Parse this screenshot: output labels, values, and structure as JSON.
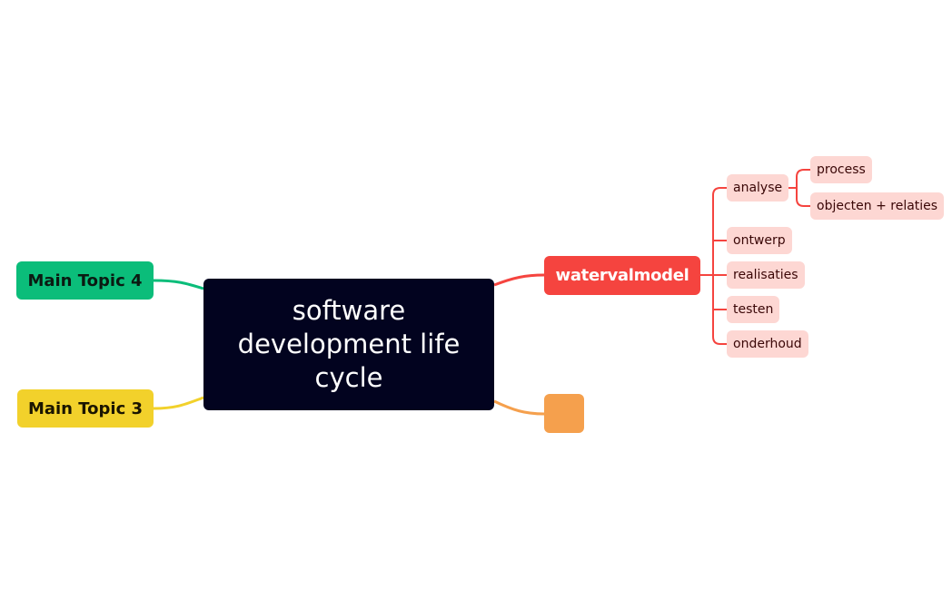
{
  "central_topic": {
    "line1": "software",
    "line2": "development life",
    "line3": "cycle"
  },
  "main_topics": {
    "watervalmodel": "watervalmodel",
    "topic4": "Main Topic 4",
    "topic3": "Main Topic 3",
    "orange_empty": ""
  },
  "subtopics": {
    "analyse": "analyse",
    "process": "process",
    "objecten": "objecten + relaties",
    "ontwerp": "ontwerp",
    "realisaties": "realisaties",
    "testen": "testen",
    "onderhoud": "onderhoud"
  },
  "colors": {
    "central": "#02031f",
    "red": "#f5443f",
    "green": "#0bbd7a",
    "yellow": "#f2d12b",
    "orange": "#f5a04d",
    "sub_fill": "#fdd7d3"
  }
}
